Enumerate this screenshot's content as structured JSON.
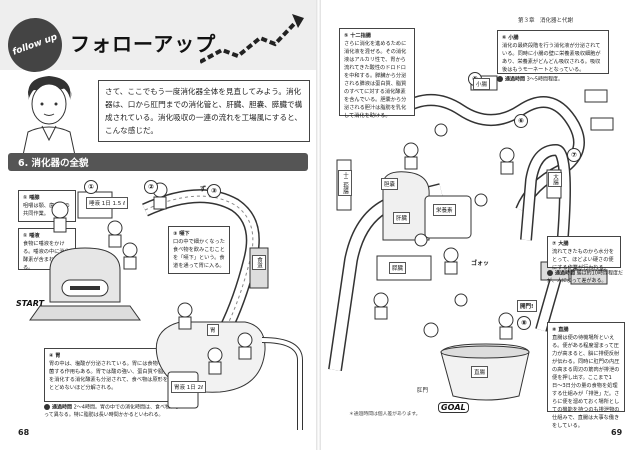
{
  "left_page": {
    "followup_badge": "follow up",
    "title": "フォローアップ",
    "intro_text": "さて、ここでもう一度消化器全体を見直してみよう。消化器は、口から肛門までの消化管と、肝臓、胆嚢、膵臓で構成されている。消化吸収の一連の流れを工場風にすると、こんな感じだ。",
    "section_title": "6. 消化器の全貌",
    "start_label": "START",
    "page_number": "68",
    "boxes": [
      {
        "num": "① 唾腺",
        "text": "咀嚼は顎、歯、舌の共同作業。"
      },
      {
        "num": "① 唾液",
        "text": "食物に唾液をかける。唾液の中に消化酵素が含まれている。"
      },
      {
        "num": "③ 嚥下",
        "text": "口の中で細かくなった食べ物を飲みこむことを「嚥下」という。食道を通って胃に入る。"
      },
      {
        "num": "④ 胃",
        "text": "胃の中は、塩酸が分泌されている。胃には食物を殺菌する作用もある。胃では酸の強い、蛋白質や脂質を消化する消化酵素も分泌されて、食べ物は原形をとどめないほど分解される。"
      }
    ],
    "timer_label": "通過時間",
    "timer_text": "2～4時間。胃の中での消化時間は、食べ物によって異なる。特に脂肪は長い時間かかるといわれる。",
    "num_labels": [
      "①",
      "②",
      "③"
    ],
    "signs": {
      "saliva_tank": "唾液 1日 1.5 ℓ",
      "gastric": "胃液 1日 2ℓ",
      "stomach": "胃",
      "esophagus": "食道",
      "zokuzoku": "ずっ"
    }
  },
  "right_page": {
    "running_head": "第３章　消化器と代謝",
    "page_number": "69",
    "goal_label": "GOAL",
    "boxes": [
      {
        "num": "⑤ 十二指腸",
        "text": "さらに消化を進めるために消化液を混ぜる。その消化液はアルカリ性で、胃から流れてきた酸性のドロドロを中和する。膵臓から分泌される膵液は蛋白質、脂質のすべてに対する消化酵素を含んでいる。胆嚢から分泌される胆汁は脂肪を乳化して消化を助ける。"
      },
      {
        "num": "⑥ 小腸",
        "text": "消化の最終段階を行う消化液が分泌されている。同時に小腸の壁に栄養素吸収細胞があり、栄養素がどんどん吸収される。吸収後はもうモ一ネートとなっている。"
      },
      {
        "num": "⑦ 大腸",
        "text": "流れてきたものから水分をとって、ほどよい硬さの便にする作業が行われる。"
      },
      {
        "num": "⑧ 直腸",
        "text": "直腸は便の待機場所といえる。便がある程度溜まって圧力が高まると、脳に排便反射が伝わる。同時に肛門の内圧の高まる周辺の筋肉が排泄の便を押し出す。ここまで1日〜3日分の量の食物を処理する仕組みが「排泄」だ。さらに便を溜めておく場所としての機能を持つのも排泄物の仕組みで、直腸は大事な働きをしている。"
      }
    ],
    "timers": [
      {
        "label": "通過時間",
        "text": "3〜5時間程度。"
      },
      {
        "label": "通過時間",
        "text": "腸は約10時間程度だが、人によって差がある。"
      }
    ],
    "signs": {
      "duodenum": "十二指腸",
      "small": "小腸",
      "large": "大腸",
      "liver": "肝臓",
      "pancreas": "膵臓",
      "nutrient": "栄養素",
      "rectum": "直腸",
      "anus": "肛門",
      "gallbladder": "胆嚢",
      "jyuu": "十二指腸",
      "kaimon": "開門!",
      "go": "ゴォッ"
    },
    "num_labels": [
      "⑤",
      "⑥",
      "⑦",
      "⑧"
    ],
    "footnote": "＊通過時間は個人差があります。"
  },
  "colors": {
    "band": "#555555",
    "header_bg": "#eeeeee",
    "line": "#444444"
  }
}
